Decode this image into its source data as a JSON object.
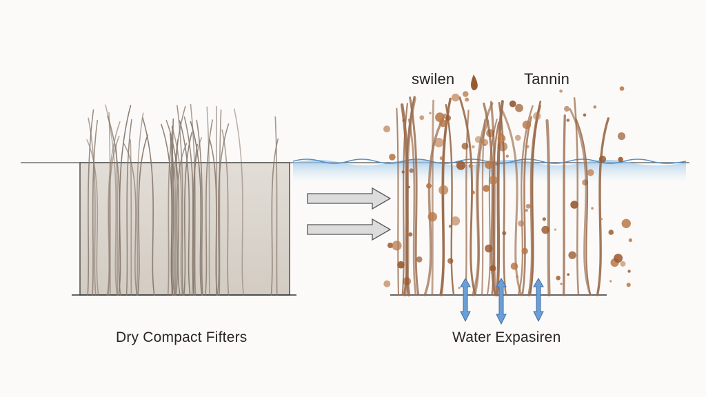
{
  "labels": {
    "left_caption": "Dry Compact Fifters",
    "right_caption": "Water Expasiren",
    "top_label_left": "swilen",
    "top_label_right": "Tannin"
  },
  "colors": {
    "background": "#fbfaf8",
    "fiber_dry": "#8a7a6e",
    "fiber_wet": "#9c6c4c",
    "droplet": "#9a5a30",
    "water": "#5b9ad0",
    "arrow_fill": "#d8d8d8",
    "arrow_up_down": "#5b8ec8"
  }
}
